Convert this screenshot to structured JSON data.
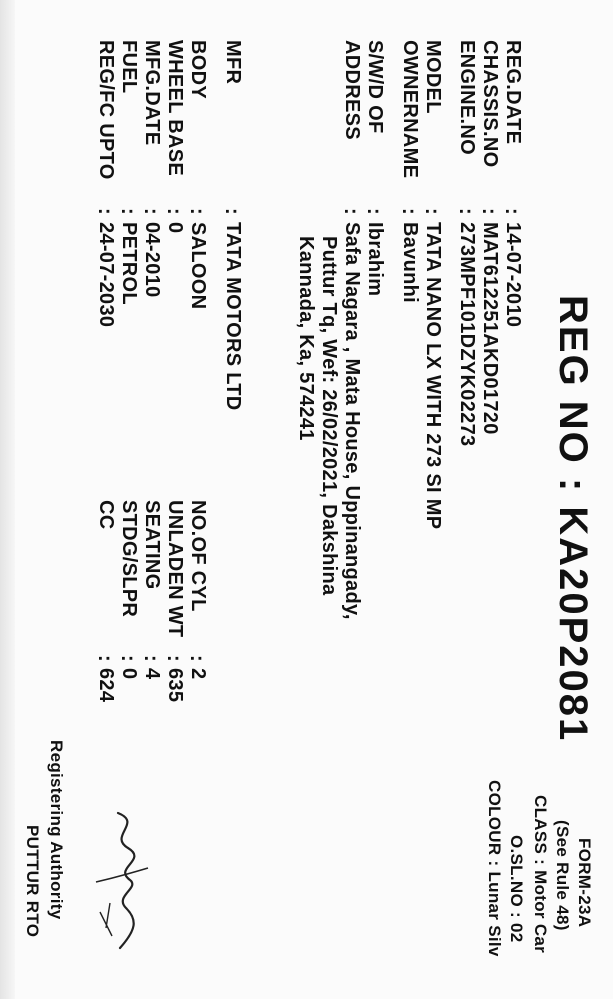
{
  "header": {
    "reg_no": "REG NO : KA20P2081",
    "form": "FORM-23A",
    "rule": "(See Rule 48)",
    "class": "CLASS : Motor Car",
    "osl": "O.SL.NO : 02",
    "colour": "COLOUR : Lunar Silv"
  },
  "fields": {
    "reg_date": {
      "label": "REG.DATE",
      "value": "14-07-2010"
    },
    "chassis_no": {
      "label": "CHASSIS.NO",
      "value": "MAT612251AKD01720"
    },
    "engine_no": {
      "label": "ENGINE.NO",
      "value": "273MPF101DZYK02273"
    },
    "model": {
      "label": "MODEL",
      "value": "TATA NANO LX WITH 273 SI MP"
    },
    "owner_name": {
      "label": "OWNERNAME",
      "value": "Bavunhi"
    },
    "swd_of": {
      "label": "S/W/D OF",
      "value": "Ibrahim"
    },
    "address": {
      "label": "ADDRESS",
      "lines": [
        "Safa Nagara , Mata House, Uppinangady,",
        "Puttur Tq, Wef: 26/02/2021, Dakshina",
        "Kannada, Ka, 574241"
      ]
    },
    "mfr": {
      "label": "MFR",
      "value": "TATA MOTORS LTD"
    },
    "body": {
      "label": "BODY",
      "value": "SALOON"
    },
    "wheel_base": {
      "label": "WHEEL BASE",
      "value": "0"
    },
    "mfg_date": {
      "label": "MFG.DATE",
      "value": "04-2010"
    },
    "fuel": {
      "label": "FUEL",
      "value": "PETROL"
    },
    "reg_fc_upto": {
      "label": "REG/FC UPTO",
      "value": "24-07-2030"
    },
    "no_of_cyl": {
      "label": "NO.OF CYL",
      "value": "2"
    },
    "unladen_wt": {
      "label": "UNLADEN WT",
      "value": "635"
    },
    "seating": {
      "label": "SEATING",
      "value": "4"
    },
    "stdg_slpr": {
      "label": "STDG/SLPR",
      "value": "0"
    },
    "cc": {
      "label": "CC",
      "value": "624"
    }
  },
  "footer": {
    "authority": "Registering Authority",
    "office": "PUTTUR RTO"
  }
}
